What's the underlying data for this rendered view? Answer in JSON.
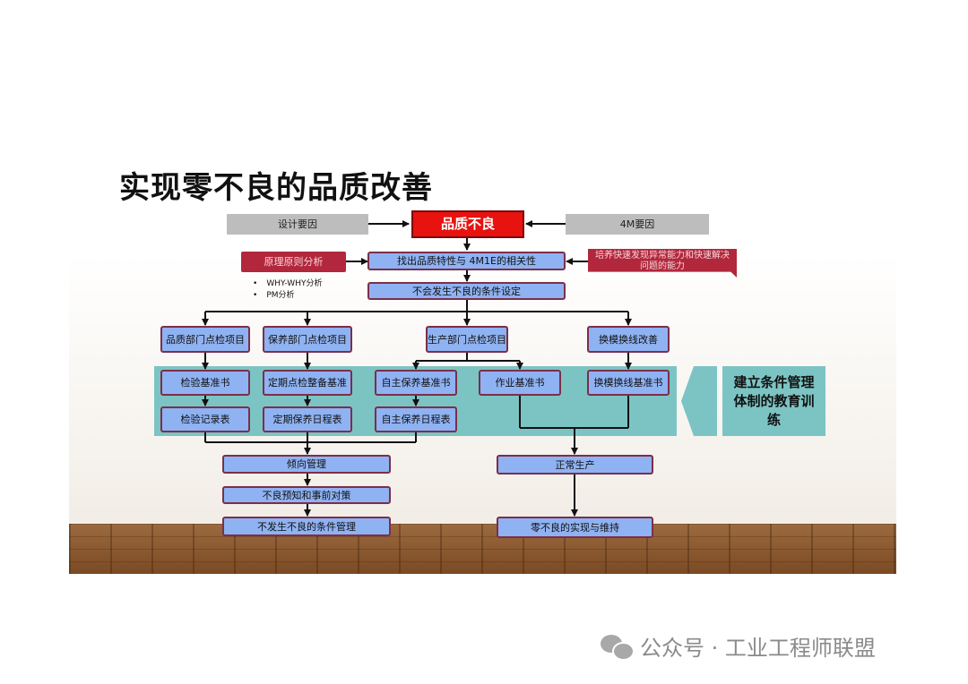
{
  "title": "实现零不良的品质改善",
  "top_row": {
    "left": "设计要因",
    "center": "品质不良",
    "right": "4M要因"
  },
  "second_row": {
    "left": "原理原则分析",
    "center": "找出品质特性与  4M1E的相关性",
    "right": "培养快速发现异常能力和快速解决问题的能力"
  },
  "bullets": [
    "WHY-WHY分析",
    "PM分析"
  ],
  "condition_setting": "不会发生不良的条件设定",
  "departments": [
    "品质部门点检项目",
    "保养部门点检项目",
    "生产部门点检项目",
    "换模换线改善"
  ],
  "standards": [
    "检验基准书",
    "定期点检整备基准",
    "自主保养基准书",
    "作业基准书",
    "换模换线基准书"
  ],
  "records": [
    "检验记录表",
    "定期保养日程表",
    "自主保养日程表"
  ],
  "side_label": "建立条件管理体制的教育训练",
  "left_chain": [
    "倾向管理",
    "不良预知和事前对策",
    "不发生不良的条件管理"
  ],
  "right_chain": [
    "正常生产",
    "零不良的实现与维持"
  ],
  "footer": {
    "icon": "wechat-icon",
    "text": "公众号 · 工业工程师联盟"
  },
  "colors": {
    "box_fill": "#8fb2f2",
    "box_border": "#7b2f4a",
    "main_red": "#e8120f",
    "maroon": "#b2273c",
    "band": "#7cc4c3",
    "gray": "#bdbdbd"
  }
}
